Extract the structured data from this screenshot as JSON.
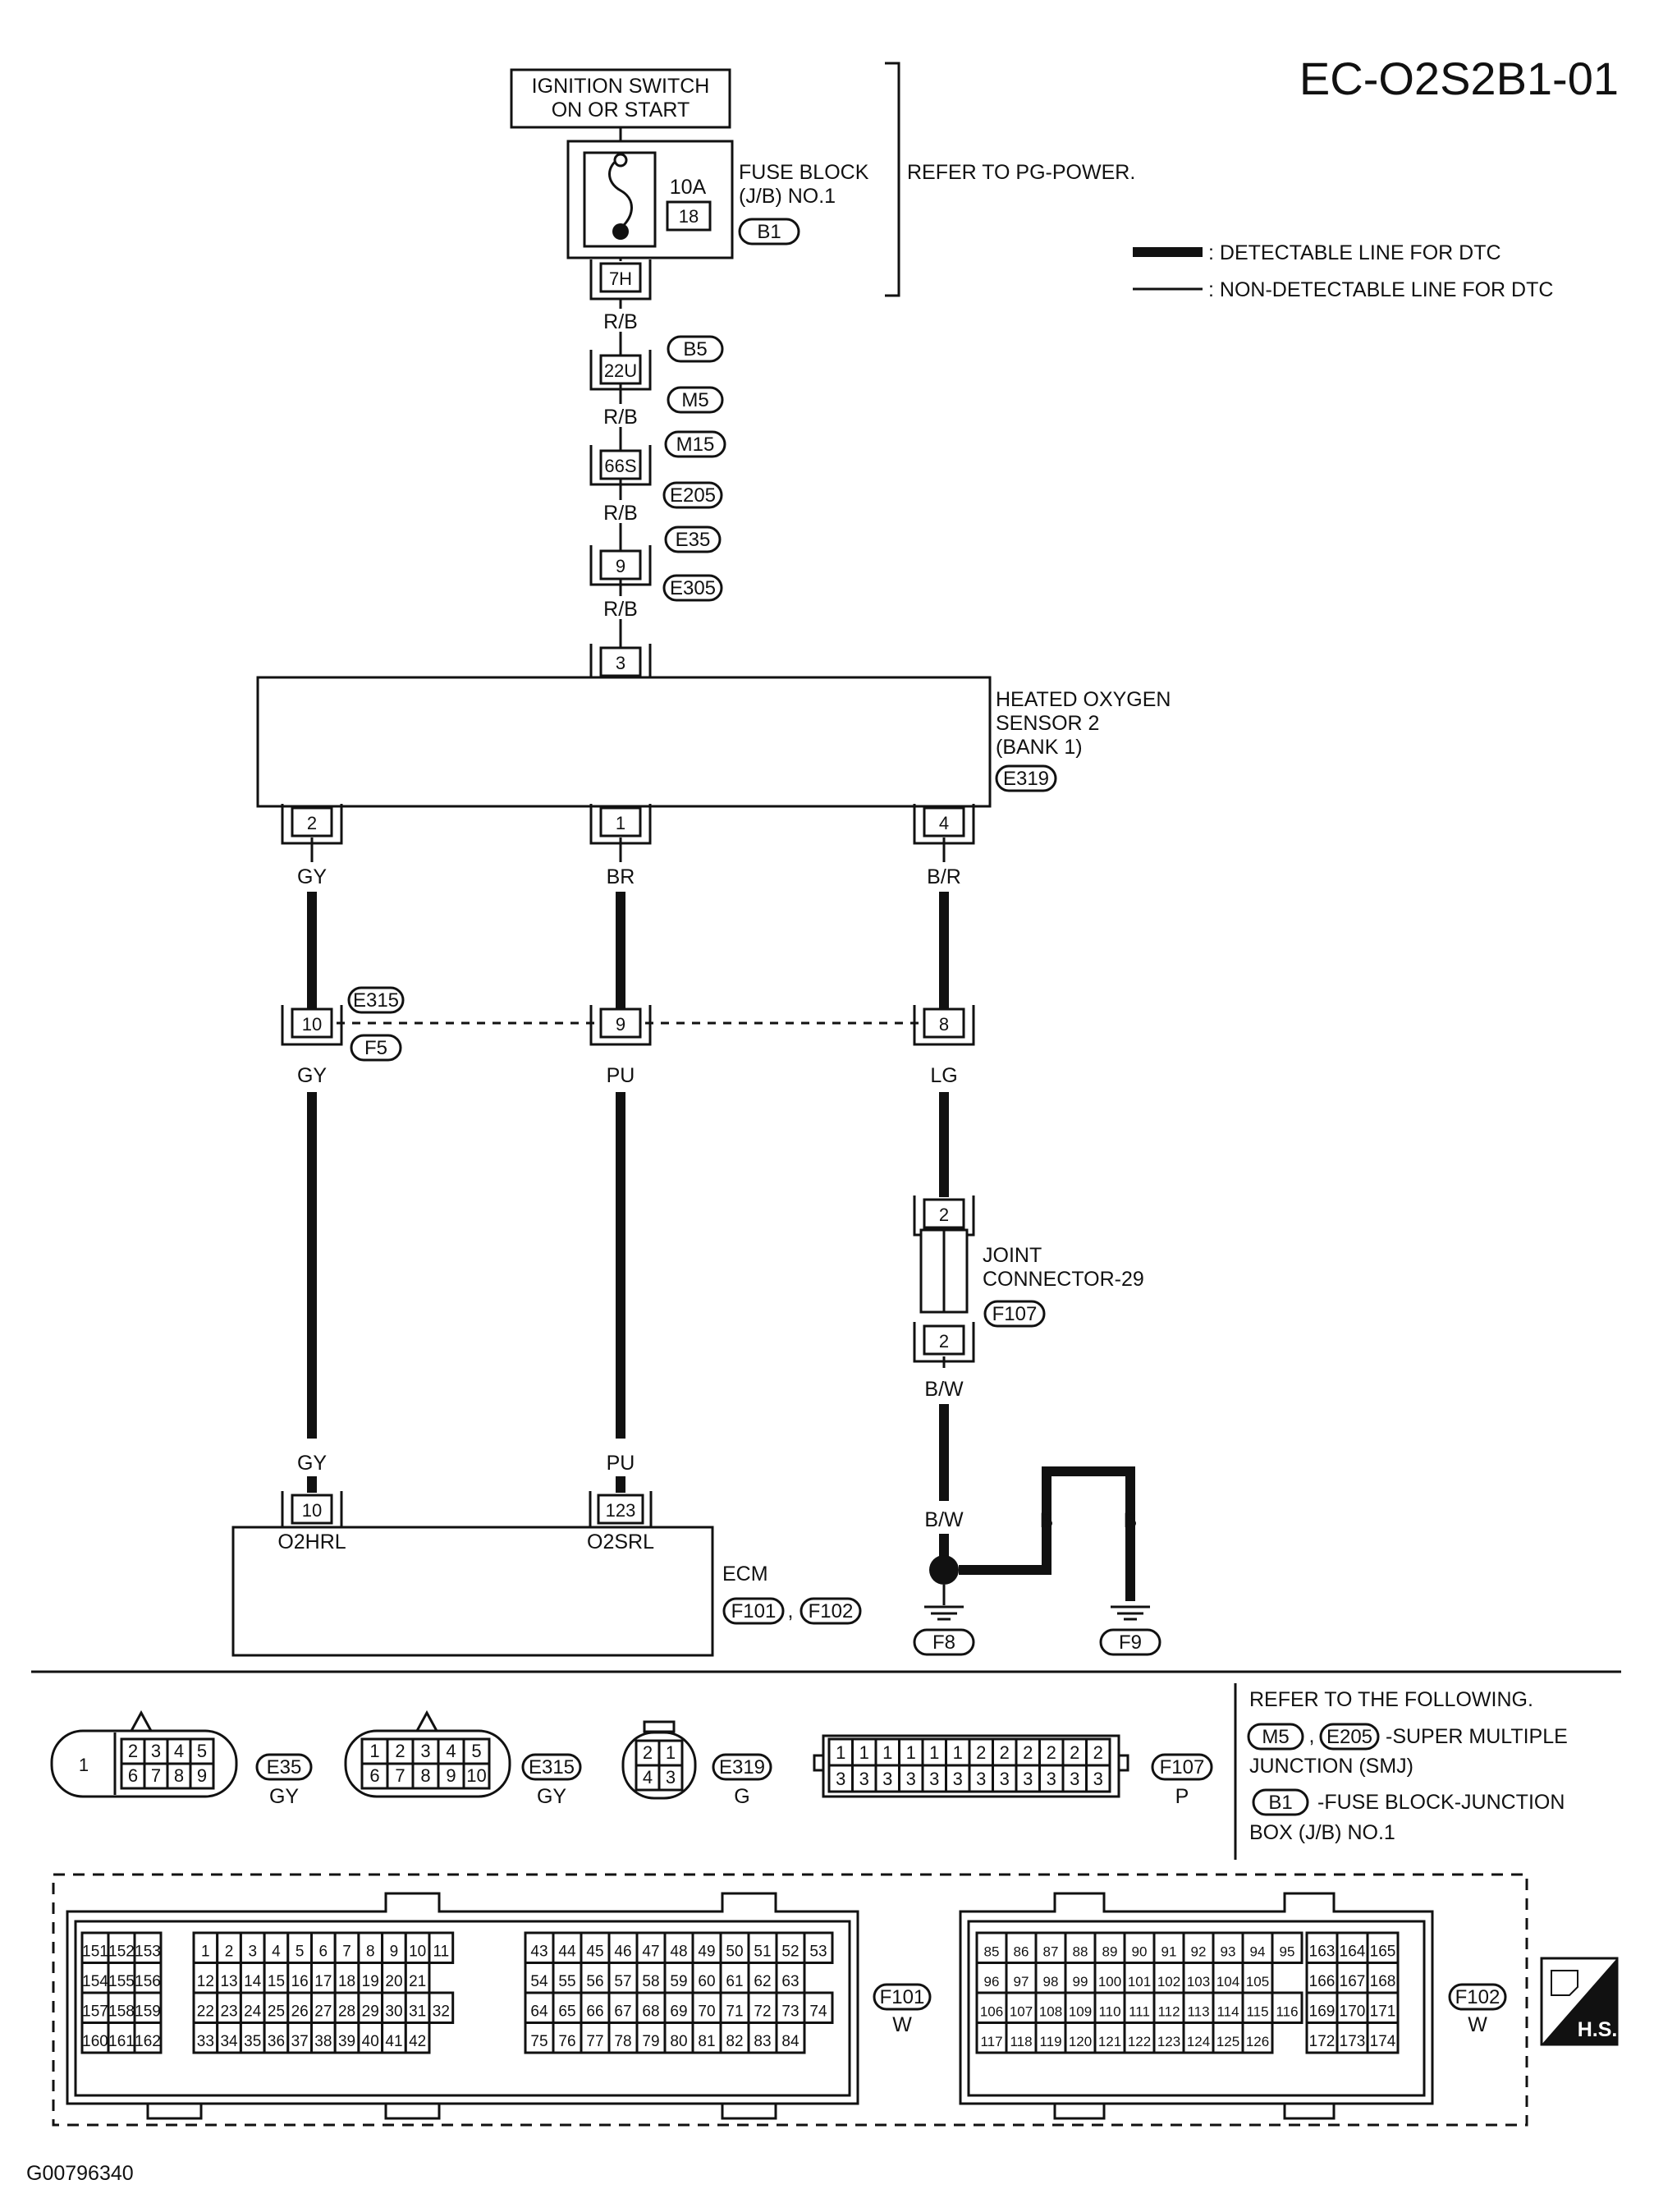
{
  "title": "EC-O2S2B1-01",
  "ignition": [
    "IGNITION SWITCH",
    "ON OR START"
  ],
  "fuse": {
    "label": [
      "FUSE BLOCK",
      "(J/B) NO.1"
    ],
    "amp": "10A",
    "num": "18",
    "conn": "B1",
    "pin": "7H",
    "refer": "REFER TO PG-POWER."
  },
  "legend": {
    "thick": ": DETECTABLE LINE FOR DTC",
    "thin": ": NON-DETECTABLE LINE FOR DTC"
  },
  "power_chain": {
    "wire": "R/B",
    "pins": [
      "22U",
      "66S",
      "9"
    ],
    "connectors": [
      "B5",
      "M5",
      "M15",
      "E205",
      "E35",
      "E305"
    ],
    "sensor_pin": "3"
  },
  "sensor": {
    "label": [
      "HEATED OXYGEN",
      "SENSOR 2",
      "(BANK 1)"
    ],
    "conn": "E319",
    "pins": [
      "2",
      "1",
      "4"
    ],
    "wires": [
      "GY",
      "BR",
      "B/R"
    ]
  },
  "mid": {
    "conns": [
      "E315",
      "F5"
    ],
    "pins": [
      "10",
      "9",
      "8"
    ],
    "wires": [
      "GY",
      "PU",
      "LG"
    ]
  },
  "joint": {
    "label": [
      "JOINT",
      "CONNECTOR-29"
    ],
    "conn": "F107",
    "pin_top": "2",
    "pin_bottom": "2",
    "wire": "B/W"
  },
  "ecm": {
    "label": "ECM",
    "conns": [
      "F101",
      "F102"
    ],
    "sep": ",",
    "pins": [
      "10",
      "123"
    ],
    "pin_names": [
      "O2HRL",
      "O2SRL"
    ],
    "wires": [
      "GY",
      "PU"
    ]
  },
  "ground": {
    "wire": "B/W",
    "b1": "B",
    "b2": "B",
    "g1": "F8",
    "g2": "F9"
  },
  "connector_views": {
    "e35": {
      "name": "E35",
      "color": "GY",
      "big": "1",
      "top": [
        "2",
        "3",
        "4",
        "5"
      ],
      "bottom": [
        "6",
        "7",
        "8",
        "9"
      ]
    },
    "e315": {
      "name": "E315",
      "color": "GY",
      "top": [
        "1",
        "2",
        "3",
        "4",
        "5"
      ],
      "bottom": [
        "6",
        "7",
        "8",
        "9",
        "10"
      ]
    },
    "e319": {
      "name": "E319",
      "color": "G",
      "top": [
        "2",
        "1"
      ],
      "bottom": [
        "4",
        "3"
      ]
    },
    "f107": {
      "name": "F107",
      "color": "P",
      "top": [
        "1",
        "1",
        "1",
        "1",
        "1",
        "1",
        "2",
        "2",
        "2",
        "2",
        "2",
        "2"
      ],
      "bottom": [
        "3",
        "3",
        "3",
        "3",
        "3",
        "3",
        "3",
        "3",
        "3",
        "3",
        "3",
        "3"
      ]
    },
    "f101": {
      "name": "F101",
      "color": "W",
      "left": [
        [
          "151",
          "152",
          "153"
        ],
        [
          "154",
          "155",
          "156"
        ],
        [
          "157",
          "158",
          "159"
        ],
        [
          "160",
          "161",
          "162"
        ]
      ],
      "mid": [
        [
          "1",
          "2",
          "3",
          "4",
          "5",
          "6",
          "7",
          "8",
          "9",
          "10",
          "11"
        ],
        [
          "12",
          "13",
          "14",
          "15",
          "16",
          "17",
          "18",
          "19",
          "20",
          "21"
        ],
        [
          "22",
          "23",
          "24",
          "25",
          "26",
          "27",
          "28",
          "29",
          "30",
          "31",
          "32"
        ],
        [
          "33",
          "34",
          "35",
          "36",
          "37",
          "38",
          "39",
          "40",
          "41",
          "42"
        ]
      ],
      "right": [
        [
          "43",
          "44",
          "45",
          "46",
          "47",
          "48",
          "49",
          "50",
          "51",
          "52",
          "53"
        ],
        [
          "54",
          "55",
          "56",
          "57",
          "58",
          "59",
          "60",
          "61",
          "62",
          "63"
        ],
        [
          "64",
          "65",
          "66",
          "67",
          "68",
          "69",
          "70",
          "71",
          "72",
          "73",
          "74"
        ],
        [
          "75",
          "76",
          "77",
          "78",
          "79",
          "80",
          "81",
          "82",
          "83",
          "84"
        ]
      ]
    },
    "f102": {
      "name": "F102",
      "color": "W",
      "left": [
        [
          "85",
          "86",
          "87",
          "88",
          "89",
          "90",
          "91",
          "92",
          "93",
          "94",
          "95"
        ],
        [
          "96",
          "97",
          "98",
          "99",
          "100",
          "101",
          "102",
          "103",
          "104",
          "105"
        ],
        [
          "106",
          "107",
          "108",
          "109",
          "110",
          "111",
          "112",
          "113",
          "114",
          "115",
          "116"
        ],
        [
          "117",
          "118",
          "119",
          "120",
          "121",
          "122",
          "123",
          "124",
          "125",
          "126"
        ]
      ],
      "right": [
        [
          "163",
          "164",
          "165"
        ],
        [
          "166",
          "167",
          "168"
        ],
        [
          "169",
          "170",
          "171"
        ],
        [
          "172",
          "173",
          "174"
        ]
      ]
    }
  },
  "refer_box": {
    "heading": "REFER TO THE FOLLOWING.",
    "smj_conns": [
      "M5",
      "E205"
    ],
    "sep": ",",
    "smj_text": [
      "-SUPER MULTIPLE",
      "JUNCTION (SMJ)"
    ],
    "fb_conn": "B1",
    "fb_text": [
      "-FUSE BLOCK-JUNCTION",
      "BOX (J/B) NO.1"
    ]
  },
  "hs": "H.S.",
  "footer": "G00796340"
}
